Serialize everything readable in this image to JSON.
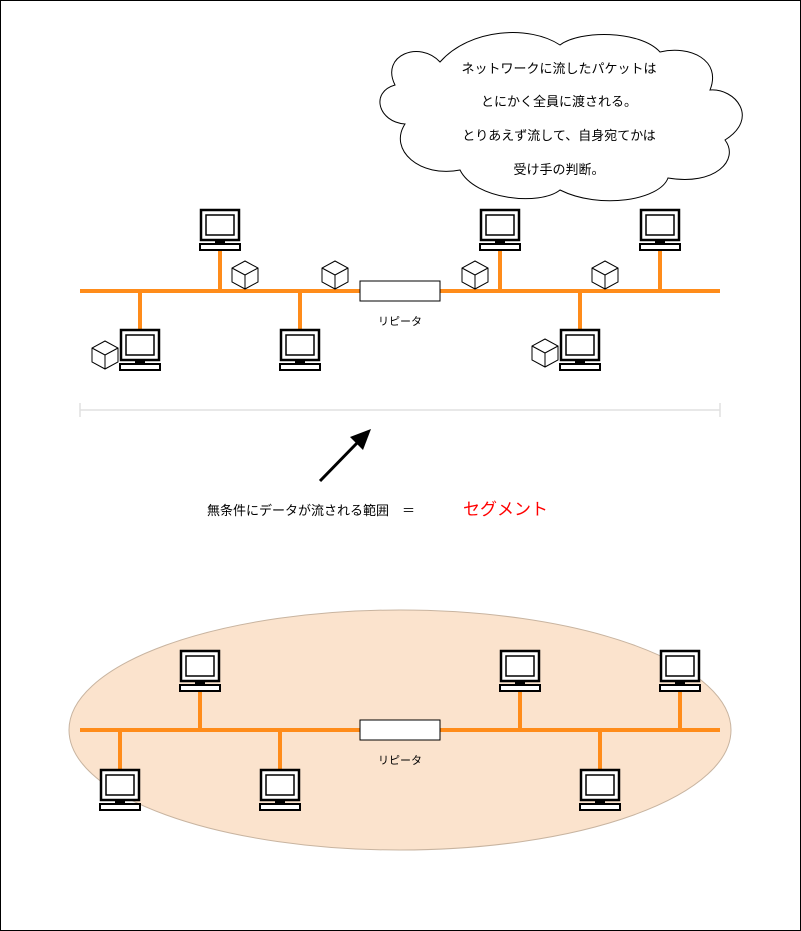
{
  "cloud": {
    "lines": [
      "ネットワークに流したパケットは",
      "とにかく全員に渡される。",
      "とりあえず流して、自身宛てかは",
      "受け手の判断。"
    ]
  },
  "top_network": {
    "repeater_label": "リピータ"
  },
  "segment_caption": {
    "text": "無条件にデータが流される範囲　＝",
    "term": "セグメント",
    "term_color": "#ff0000"
  },
  "bottom_network": {
    "repeater_label": "リピータ",
    "highlight_color": "#fbe3cd"
  },
  "colors": {
    "bus": "#ff8c1a",
    "device_stroke": "#000000",
    "range_line": "#e0e0e0"
  },
  "icons": {
    "computer": "computer-icon",
    "packet": "packet-cube-icon",
    "arrow": "arrow-up-right-icon"
  }
}
